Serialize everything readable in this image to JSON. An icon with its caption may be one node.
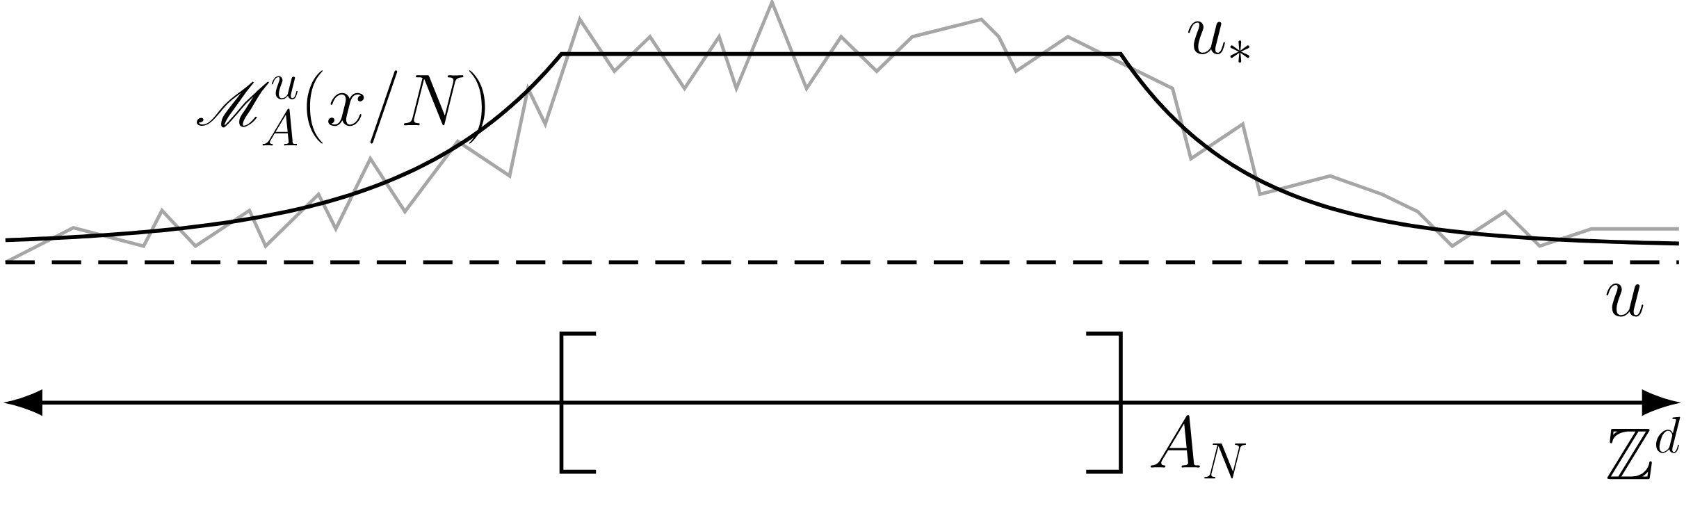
{
  "diagram": {
    "labels": [
      "\\mathscr{M}^u_A(x/N)",
      "u_*",
      "u",
      "A_N",
      "\\mathbb{Z}^d"
    ]
  }
}
